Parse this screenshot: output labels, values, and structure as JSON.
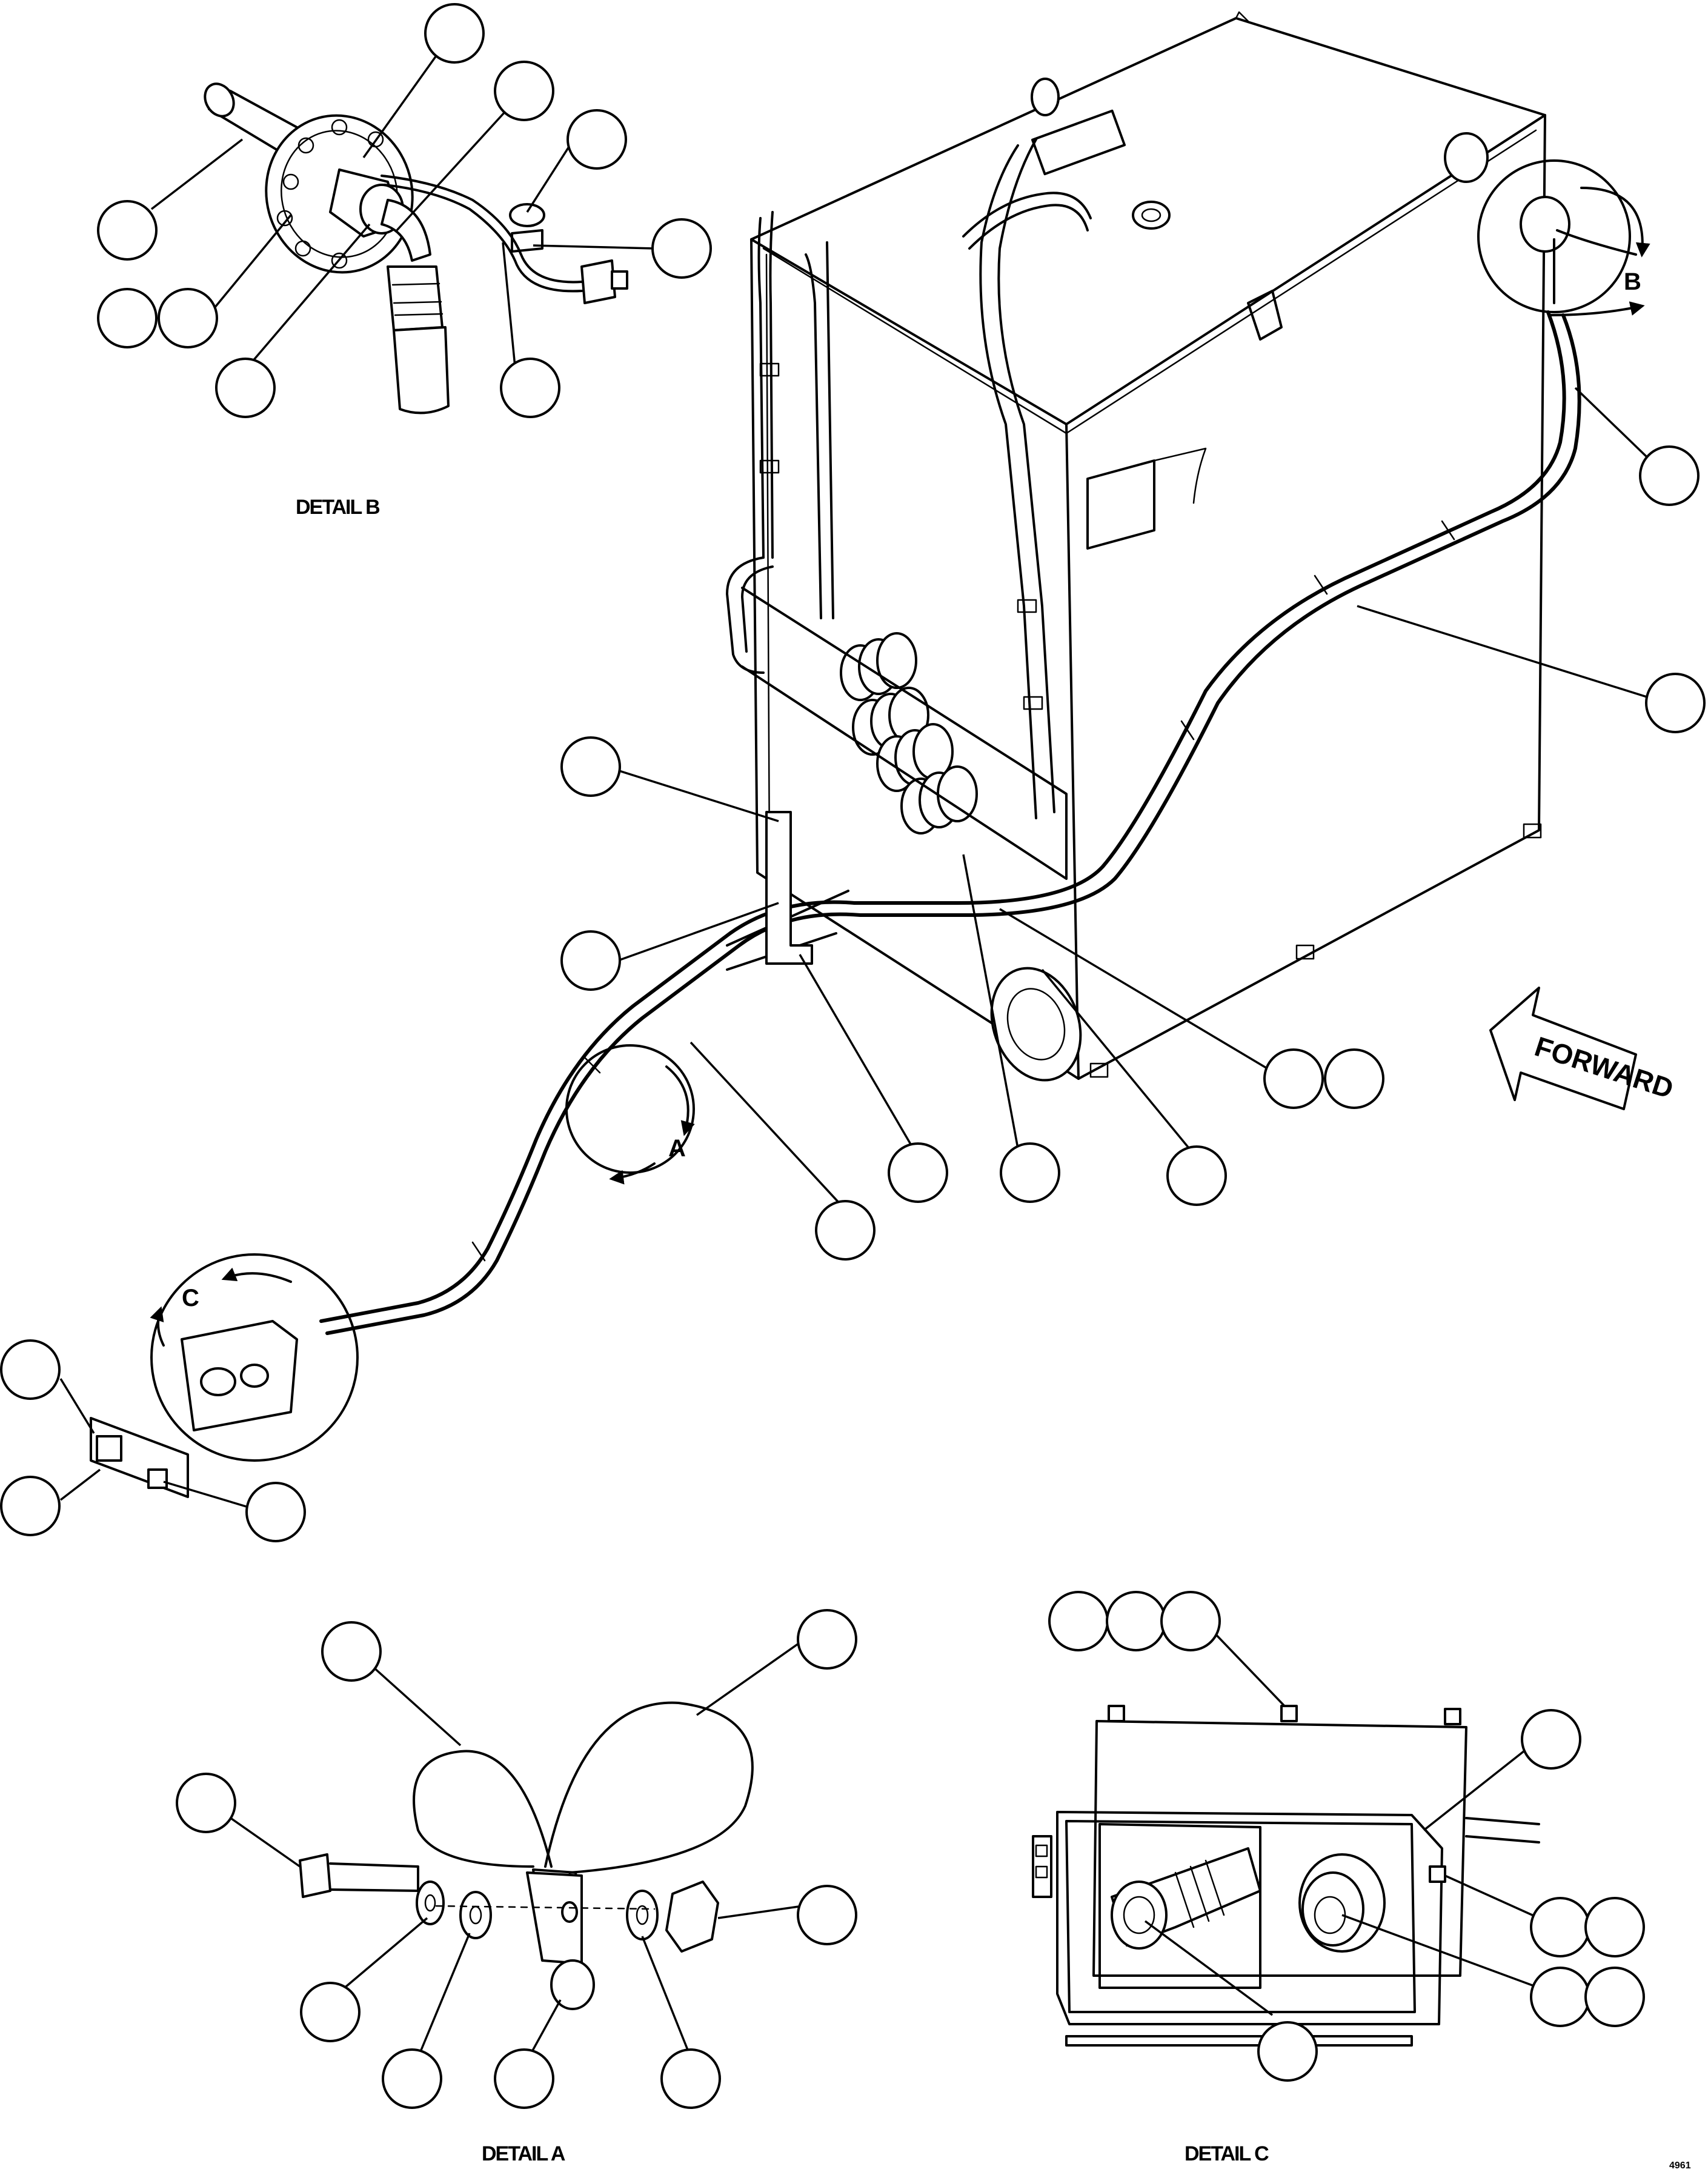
{
  "labels": {
    "detail_b": "DETAIL B",
    "detail_a": "DETAIL A",
    "detail_c": "DETAIL C",
    "view_a": "A",
    "view_b": "B",
    "view_c": "C",
    "forward": "FORWARD",
    "sheet_code": "4961"
  },
  "colors": {
    "ink": "#000000",
    "paper": "#ffffff"
  }
}
